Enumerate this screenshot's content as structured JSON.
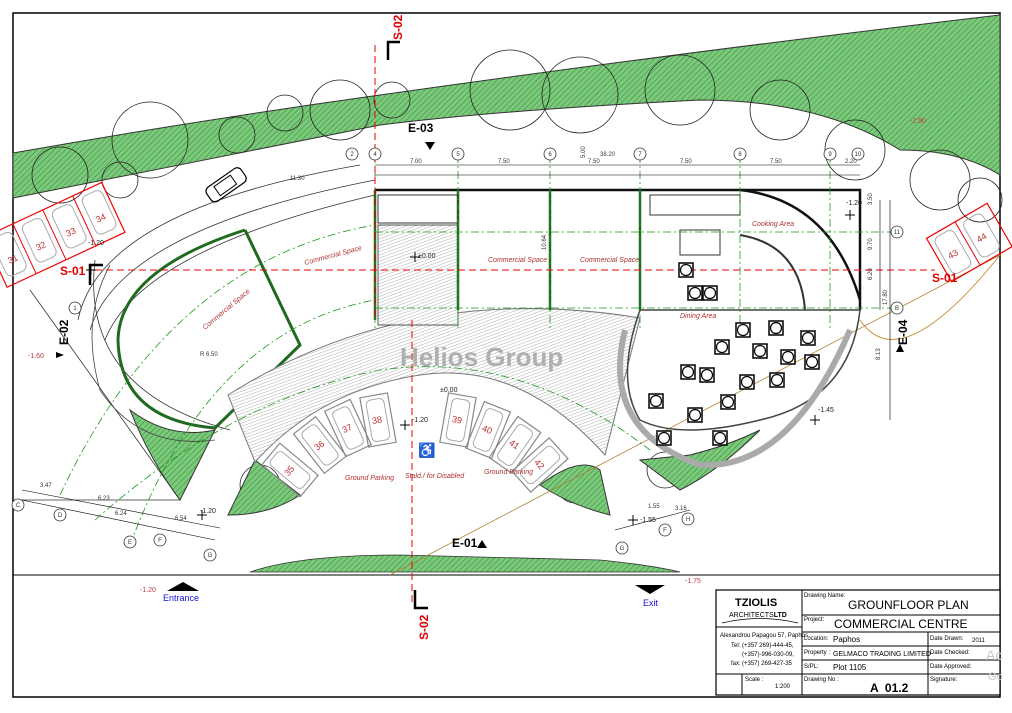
{
  "watermark": "Helios Group",
  "os_watermark": {
    "line1": "Ac",
    "line2": "Go"
  },
  "sections": {
    "s01_left": "S-01",
    "s01_right": "S-01",
    "s02_top": "S-02",
    "s02_bottom": "S-02"
  },
  "elevations": {
    "e01": "E-01",
    "e02": "E-02",
    "e03": "E-03",
    "e04": "E-04"
  },
  "spaces": {
    "commercial_1": "Commercial Space",
    "commercial_2": "Commercial Space",
    "commercial_3": "Commercial Space",
    "commercial_4": "Commercial Space",
    "cooking": "Cooking Area",
    "dining": "Dining Area",
    "parking_1": "Ground Parking",
    "parking_2": "Ground Parking",
    "disabled": "Stald./ for Disabled"
  },
  "parking_numbers": [
    "31",
    "32",
    "33",
    "34",
    "35",
    "36",
    "37",
    "38",
    "39",
    "40",
    "41",
    "42",
    "43",
    "44"
  ],
  "grid_markers": [
    "1",
    "2",
    "4",
    "5",
    "6",
    "7",
    "8",
    "9",
    "10",
    "11",
    "B",
    "C",
    "D",
    "E",
    "F",
    "G",
    "H",
    "F",
    "G",
    "H"
  ],
  "dimensions": {
    "top": [
      "7.00",
      "7.50",
      "7.50",
      "7.50",
      "7.50",
      "2.20"
    ],
    "overall": "38.20",
    "right": [
      "3.50",
      "9.70",
      "6.20",
      "17.80"
    ],
    "left_bottom": [
      "3.47",
      "6.23",
      "6.24",
      "6.54"
    ],
    "right_bottom": [
      "1.55",
      "3.16"
    ],
    "radius": "R 6.50",
    "misc": [
      "11.30",
      "5.00",
      "10.64",
      "8.13"
    ]
  },
  "levels": {
    "l1": "-1.20",
    "l2": "-1.60",
    "l3": "-1.20",
    "l4": "-1.20",
    "l5": "-2.50",
    "l6": "-1.20",
    "l7": "-1.45",
    "l8": "-1.55",
    "l9": "-1.75",
    "l10": "±0.00",
    "l11": "±0.00",
    "l12": "-1.20"
  },
  "entrance": "Entrance",
  "exit": "Exit",
  "title_block": {
    "firm_name": "TZIOLIS",
    "firm_sub": "ARCHITECTS",
    "firm_ltd": "LTD",
    "address": "Alexandrou Papagou 57, Paphos",
    "tel_label": "Tel:",
    "tel1": "(+357 269)-444-45,",
    "tel2": "(+357)-996-030-09,",
    "fax_label": "fax:",
    "fax": "(+357) 269-427-35",
    "scale_label": "Scale :",
    "scale": "1:200",
    "drawing_name_label": "Drawing Name:",
    "drawing_name": "GROUNFLOOR PLAN",
    "project_label": "Project:",
    "project": "COMMERCIAL CENTRE",
    "location_label": "Location:",
    "location": "Paphos",
    "property_label": "Property :",
    "property": "GELMACO TRADING LIMITED",
    "spl_label": "S/PL:",
    "spl": "Plot 1105",
    "drawing_no_label": "Drawing No :",
    "drawing_no": "A  01.2",
    "date_drawn_label": "Date Drawn:",
    "date_drawn": "2011",
    "date_checked_label": "Date Checked:",
    "date_approved_label": "Date Approved:",
    "signature_label": "Signature:"
  },
  "colors": {
    "green": "#3a9a3a",
    "hatch_green": "#6cc06c",
    "red": "#e00000",
    "grid_green": "#1a9a1a"
  }
}
